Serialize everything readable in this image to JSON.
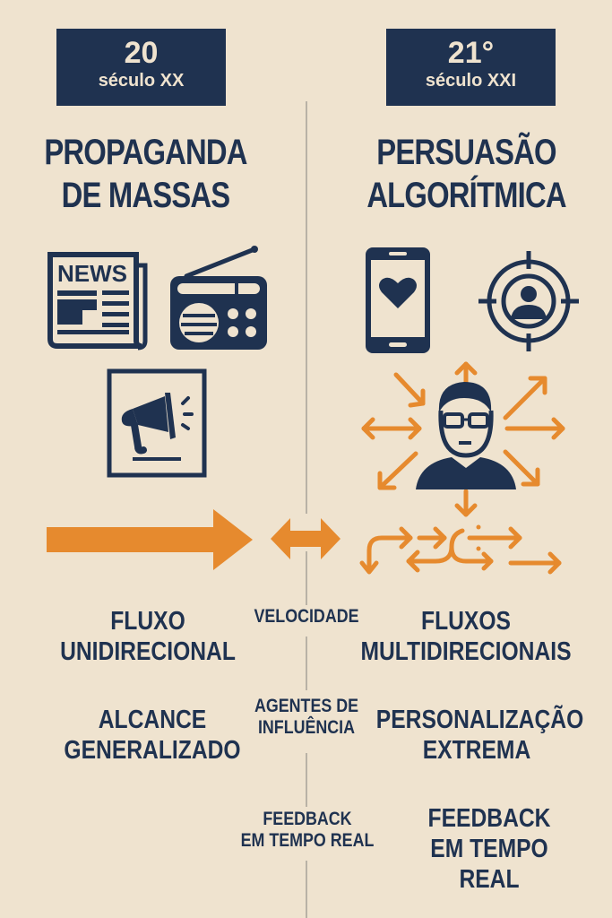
{
  "colors": {
    "background": "#efe3cf",
    "navy": "#1f3250",
    "orange": "#e68a2e",
    "divider": "#b9b2a6"
  },
  "left": {
    "badge": {
      "number": "20",
      "subtitle": "século XX"
    },
    "title": {
      "line1": "PROPAGANDA",
      "line2": "DE MASSAS"
    },
    "icons": [
      "newspaper-icon",
      "radio-icon",
      "megaphone-icon",
      "right-arrow-icon"
    ],
    "newspaper_text": "NEWS",
    "labels": [
      {
        "line1": "FLUXO",
        "line2": "UNIDIRECIONAL"
      },
      {
        "line1": "ALCANCE",
        "line2": "GENERALIZADO"
      }
    ]
  },
  "right": {
    "badge": {
      "number": "21°",
      "subtitle": "século XXI"
    },
    "title": {
      "line1": "PERSUASÃO",
      "line2": "ALGORÍTMICA"
    },
    "icons": [
      "smartphone-heart-icon",
      "target-user-icon",
      "user-arrows-icon",
      "multidirectional-arrows-icon"
    ],
    "labels": [
      {
        "line1": "FLUXOS",
        "line2": "MULTIDIRECIONAIS"
      },
      {
        "line1": "PERSONALIZAÇÃO",
        "line2": "EXTREMA"
      },
      {
        "line1": "FEEDBACK",
        "line2": "EM TEMPO REAL"
      }
    ]
  },
  "center": {
    "icon": "double-arrow-icon",
    "labels": [
      {
        "line1": "VELOCIDADE"
      },
      {
        "line1": "AGENTES DE",
        "line2": "INFLUÊNCIA"
      },
      {
        "line1": "FEEDBACK",
        "line2": "EM TEMPO REAL"
      }
    ]
  }
}
